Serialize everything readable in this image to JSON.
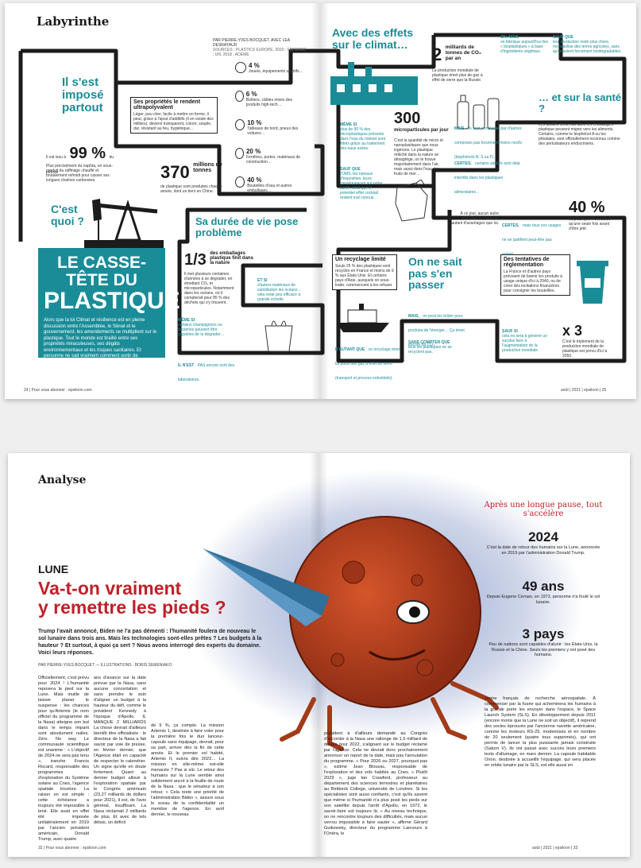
{
  "spread1": {
    "rubric": "Labyrinthe",
    "byline": "PAR PIERRE-YVES BOCQUET, AVEC LEA DESRAYAUD",
    "sources": "SOURCES : PLASTICS EUROPE, 2020 ; FEDEREC ; UN, 2018 ; ADEME",
    "impose": {
      "title": "Il s'est imposé partout",
      "pct_prefix": "Il est issu à",
      "pct": "99 %",
      "pct_suffix": "du pétrole",
      "text": "Plus précisément du naphta, un sous-produit du raffinage chauffé et brutalement refroidi pour casser ses longues chaînes carbonées."
    },
    "props": {
      "title": "Ses propriétés le rendent ultrapolyvalent",
      "text": "Léger, peu cher, facile à mettre en forme, il peut, grâce à l'ajout d'additifs (il en existe des milliers), devenir transparent, coloré, souple, dur, résistant au feu, hygiénique…"
    },
    "production": {
      "value": "370",
      "unit": "millions de tonnes",
      "text": "de plastique sont produites chaque année, dont un tiers en Chine."
    },
    "uses": [
      {
        "pct": "4 %",
        "label": "Jouets, équipements sportifs…"
      },
      {
        "pct": "6 %",
        "label": "Boîtiers, câbles mixes des produits high-tech…"
      },
      {
        "pct": "10 %",
        "label": "Tableaux de bord, pneus des voitures…"
      },
      {
        "pct": "20 %",
        "label": "Fenêtres, portes, matériaux de construction…"
      },
      {
        "pct": "40 %",
        "label": "Bouteilles d'eau et autres emballages…"
      }
    ],
    "quoi": "C'est quoi ?",
    "title_line1": "LE CASSE-TÊTE DU",
    "title_line2": "PLASTIQUE",
    "intro": "Alors que la loi Climat et résilience est en pleine discussion entre l'Assemblée, le Sénat et le gouvernement, les amendements se multiplient sur le plastique. Tout le monde est tiraillé entre ses propriétés miraculeuses, ses dégâts environnementaux et les risques sanitaires. Et personne ne sait vraiment comment sortir de l'impasse…",
    "climat": {
      "title": "Avec des effets sur le climat…",
      "value": "2",
      "unit": "milliards de tonnes de CO₂ par an",
      "text": "La production mondiale de plastique émet plus de gaz à effet de serre que la Russie."
    },
    "okmais": {
      "head": "OK, MAIS",
      "text": "on fabrique aujourd'hui des « bioplastiques » à base d'ingrédients végétaux."
    },
    "saufque1": {
      "head": "SAUF QUE",
      "text": "leur production reste plus chère, monopolise des terres agricoles, sans qu'ils soient forcément biodégradables."
    },
    "meme": {
      "head": "MÊME SI",
      "text": "plus de 90 % des microplastiques présents dans l'eau du robinet sont filtrés grâce au traitement des eaux usées."
    },
    "micro": {
      "value": "300",
      "unit": "microparticules par jour",
      "text": "C'est la quantité de micro et nanoplastiques que nous ingérons. Le plastique relâché dans la nature se désagrège, on le trouve majoritairement dans l'air, mais aussi dans l'eau, les fruits de mer…"
    },
    "sante": {
      "title": "… et sur la santé ?",
      "text": "Les additifs contenus dans les emballages plastique peuvent migrer vers les aliments. Certains, comme le bisphénol A ou les phtalates, sont officiellement reconnus comme des perturbateurs endocriniens."
    },
    "maisremp": {
      "head": "MAIS",
      "text": "ils sont remplacés par d'autres composés pas forcément moins nocifs (bisphénols B, S ou F)."
    },
    "certes1": {
      "head": "CERTES,",
      "text": "certains additifs sont déjà interdits dans les plastiques alimentaires…"
    },
    "saufome": {
      "head": "SAUF QUE",
      "text": "l'OMS, les niveaux d'exposition, leurs conséquences sur notre santé, ainsi que le potentiel effet cocktail restent mal connus."
    },
    "duree": {
      "title": "Sa durée de vie pose problème",
      "value": "1/3",
      "unit": "des emballages plastique finit dans la nature",
      "text": "Il met plusieurs centaines d'années à se dégrader, en émettant CO₂ et microparticules. Notamment dans les océans, où il compterait pour 85 % des déchets qui s'y trouvent."
    },
    "etsi": {
      "head": "ET SI",
      "text": "d'autres matériaux de substitution les océans… cela reste peu efficace à grande échelle."
    },
    "memesi2": {
      "head": "MÊME SI",
      "text": "certains champignons ou bactéries peuvent être capables de la dégrader…"
    },
    "nest": {
      "head": "IL N'EST",
      "text": "PAS encore sorti des laboratoires."
    },
    "autre": "À ce jour, aucun autre matériau ne présente autant d'avantages que lui.",
    "certes2": {
      "head": "CERTES,",
      "text": "mais tous ces usages ne se justifient peut-être pas autant…"
    },
    "quarante": {
      "value": "40 %",
      "text": "du plastique n'est utilisé qu'une seule fois avant d'être jeté."
    },
    "tentatives": {
      "title": "Des tentatives de réglementation",
      "text": "La France et d'autres pays prévoient de bannir les produits à usage unique d'ici à 2040, ou de créer des incitations financières pour consigner les bouteilles."
    },
    "recyclage": {
      "title": "Un recyclage limité",
      "text": "Seuls 25 % des plastiques sont recyclés en France et moins de 9 % aux États-Unis. Et certains pays d'Asie, auxquels on sous-traite, commencent à les refuser."
    },
    "passer": "On ne sait pas s'en passer",
    "mais2": {
      "head": "MAIS,",
      "text": "on peut les brûler pour produire de l'énergie… Ça émet encore du CO₂."
    },
    "sanscompter": {
      "head": "SANS COMPTER QUE",
      "text": "tous les plastiques ne se recyclent pas."
    },
    "autant": {
      "head": "D'AUTANT QUE",
      "text": "ce recyclage émet lui aussi des gaz à effet de serre (transport et process industriels)."
    },
    "saufsi": {
      "head": "SAUF SI",
      "text": "cela ne sera à générer un surplus face à l'augmentation de la production mondiale."
    },
    "x3": {
      "value": "x 3",
      "text": "C'est le triplement de la production mondiale de plastique est prévu d'ici à 2050."
    },
    "folio_left": "24 | Pour vous abonner : epsiloon.com",
    "folio_right": "août | 2021 | epsiloon | 25"
  },
  "spread2": {
    "rubric": "Analyse",
    "kicker": "LUNE",
    "title_line1": "Va-t-on vraiment",
    "title_line2": "y remettre les pieds ?",
    "chapo": "Trump l'avait annoncé, Biden ne l'a pas démenti : l'humanité foulera de nouveau le sol lunaire dans trois ans. Mais les technologies sont-elles prêtes ? Les budgets à la hauteur ? Et surtout, à quoi ça sert ? Nous avons interrogé des experts du domaine. Voici leurs réponses.",
    "byline": "PAR PIERRE-YVES BOCQUET — ILLUSTRATIONS : BORIS SEMENIAKO",
    "col1": "Officiellement, c'est prévu pour 2024 ! L'humanité reposera le pied sur la Lune. Mais inutile de laisser planer le suspense : les chances pour qu'Artemis (le nom officiel du programme de la Nasa) atteigne son but dans le temps imparti sont absolument nulles. Zéro. No way. Le communauté scientifique est unanime : « L'objectif de 2024 ne sera pas tenu », tranche Francis Rocard, responsable des programmes d'exploration du Système solaire au Cnes, l'agence spatiale tricolore. La raison en est simple : cette échéance a toujours été impossible à tenir. Elle avait en effet été imposée unilatéralement en 2019 par l'ancien président américain, Donald Trump, avec quatre",
    "col2": "ans d'avance sur la date prévue par la Nasa, sans aucune concertation et sans prendre le soin d'aligner un budget à la hauteur du défi, comme le président Kennedy à l'époque d'Apollo. IL MANQUE 2 MILLIARDS La chose devrait d'ailleurs bientôt être officialisée : le directeur de la Nasa a fait savoir par voie de presse, en février dernier, que l'Agence était en capacité de respecter le calendrier. Un signe qu'elle en doute fortement. Quant au dernier budget alloué à l'exploration spatiale par le Congrès américain (23,27 milliards de dollars pour 2021), il est, de l'avis général, insuffisant. La Nasa réclamait 2 milliards de plus. Et avec de tels délais, un déficit",
    "col3": "de 9 %, ça compte. La mission Artemis 1, destinée à faire voler pour la première fois le duo lanceur-capsule sans équipage, devrait, pour sa part, arriver dès la fin de cette année. Et le premier vol habité, Artemis II, suivra dès 2023… La mission en elle-même est-elle menacée ? Pas si sûr. Le retour des humains sur la Lune semble ainsi solidement ancré à la feuille de route de la Nasa : que le sénateur à son retour. « Cela reste une priorité de l'administration Biden », assure sous le sceau de la confidentialité un membre de l'agence. En avril dernier, le nouveau",
    "col4": "président à d'ailleurs demandé au Congrès d'accorder à la Nasa une rallonge de 1,5 milliard de dollars pour 2022, s'alignant sur le budget réclamé par l'agence. Cela ne devrait donc prochainement annoncer un report de la date, mais pas l'annulation du programme. « Pour 2026 ou 2027, pourquoi pas », estime Jean Blouvac, responsable de l'exploration et des vols habités au Cnes. « Plutôt 2029 », juge Ian Crawford, professeur au département des sciences terrestres et planétaires au Birkbeck College, université de Londres. Si les spécialistes sont aussi confiants, c'est qu'ils savent que même si l'humanité n'a plus posé les pieds sur son satellite depuis l'arrêt d'Apollo, en 1972, le savoir-faire est toujours là. « Au niveau technique, on ne rencontre toujours des difficultés, mais aucun verrou impossible à faire sauter », affirme Gérard Guikowsky, directeur du programme Lanceurs à l'Onéra, le",
    "col5": "centre français de recherche aérospatiale. À commencer par la fusée qui acheminera les humains à la grande porte les envoyer dans l'espace, le Space Launch System (SLS). En développement depuis 2011 (encore moins que la Lune ne soit un objectif), il reprend des socles éprouvés par l'ancienne navette américaine, comme les moteurs RS-25, modernisés et en nombre de 20 seulement (quatre tous supprimés), qui ont permis de lancer la plus puissante jamais construite (Saturn V). Ils ont passé avec succès leurs premiers tests d'allumage, en mars dernier. La capsule habitable Orion, destinée à accueillir l'équipage, qui sera placée en orbite lunaire par le SLS, est elle aussi en",
    "sidebar_title": "Après une longue pause, tout s'accélère",
    "stats": [
      {
        "value": "2024",
        "text": "C'est la date de retour des humains sur la Lune, annoncée en 2019 par l'administration Donald Trump."
      },
      {
        "value": "49 ans",
        "text": "Depuis Eugene Cernan, en 1972, personne n'a foulé le sol lunaire."
      },
      {
        "value": "3 pays",
        "text": "Peu de nations sont capables d'alunir : les États-Unis, la Russie et la Chine. Seuls les premiers y ont posé des humains."
      }
    ],
    "folio_left": "32 | Pour vous abonner : epsiloon.com",
    "folio_right": "août | 2021 | epsiloon | 33"
  },
  "colors": {
    "teal": "#1a8c98",
    "red": "#c0202a",
    "moon": "#b8401e",
    "cone": "#2f6f9a"
  }
}
